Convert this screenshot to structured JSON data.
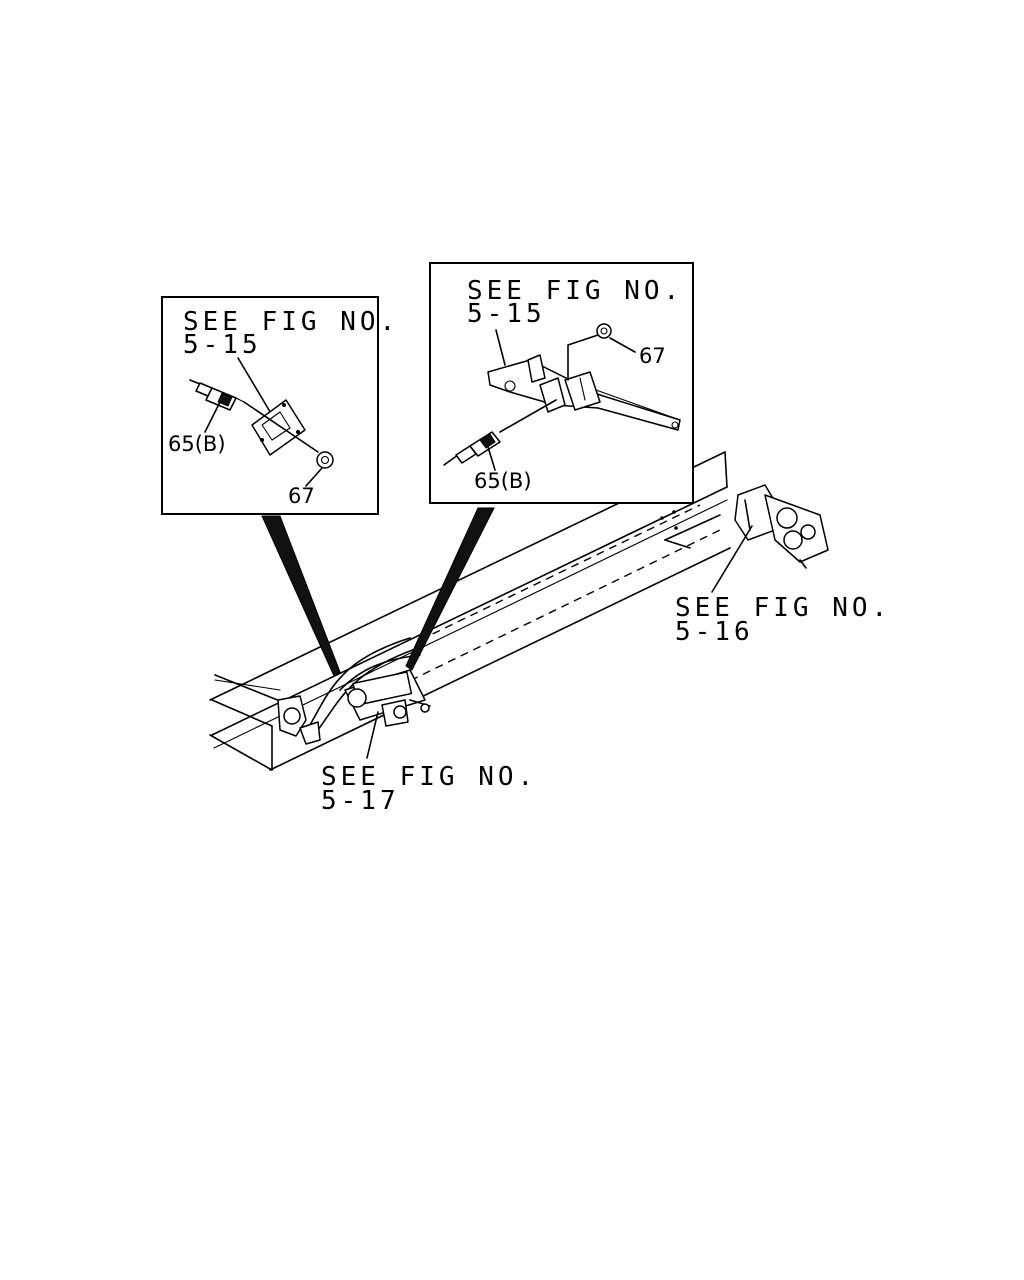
{
  "callouts": {
    "inset_left_ref": {
      "line1": "SEE FIG NO.",
      "line2": "5-15"
    },
    "inset_right_ref": {
      "line1": "SEE FIG NO.",
      "line2": "5-15"
    },
    "fig_5_16_ref": {
      "line1": "SEE FIG NO.",
      "line2": "5-16"
    },
    "fig_5_17_ref": {
      "line1": "SEE FIG NO.",
      "line2": "5-17"
    }
  },
  "part_numbers": {
    "left_switch": "65(B)",
    "left_nut": "67",
    "right_switch": "65(B)",
    "right_nut": "67"
  }
}
